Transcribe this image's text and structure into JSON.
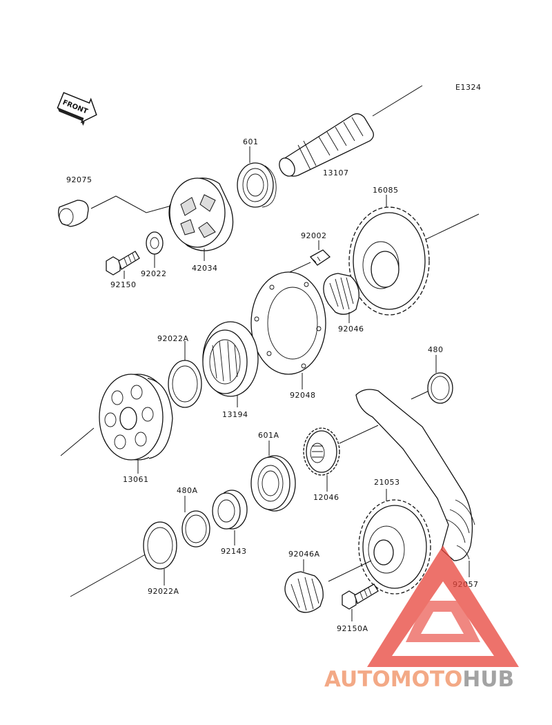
{
  "diagram_code": "E1324",
  "front_label": "FRONT",
  "labels": {
    "p601": "601",
    "p92075": "92075",
    "p13107": "13107",
    "p16085": "16085",
    "p92002": "92002",
    "p92022": "92022",
    "p92150": "92150",
    "p42034": "42034",
    "p92046": "92046",
    "p92022A_top": "92022A",
    "p480": "480",
    "p13194": "13194",
    "p92048": "92048",
    "p601A": "601A",
    "p13061": "13061",
    "p480A": "480A",
    "p12046": "12046",
    "p21053": "21053",
    "p92143": "92143",
    "p92046A": "92046A",
    "p92057": "92057",
    "p92022A_bottom": "92022A",
    "p92150A": "92150A"
  },
  "watermark": {
    "part1": "AUTOMOTO",
    "part2": "HUB",
    "color1": "#f2a07a",
    "color2": "#9a9a9a",
    "logo_color": "#e8443a"
  }
}
